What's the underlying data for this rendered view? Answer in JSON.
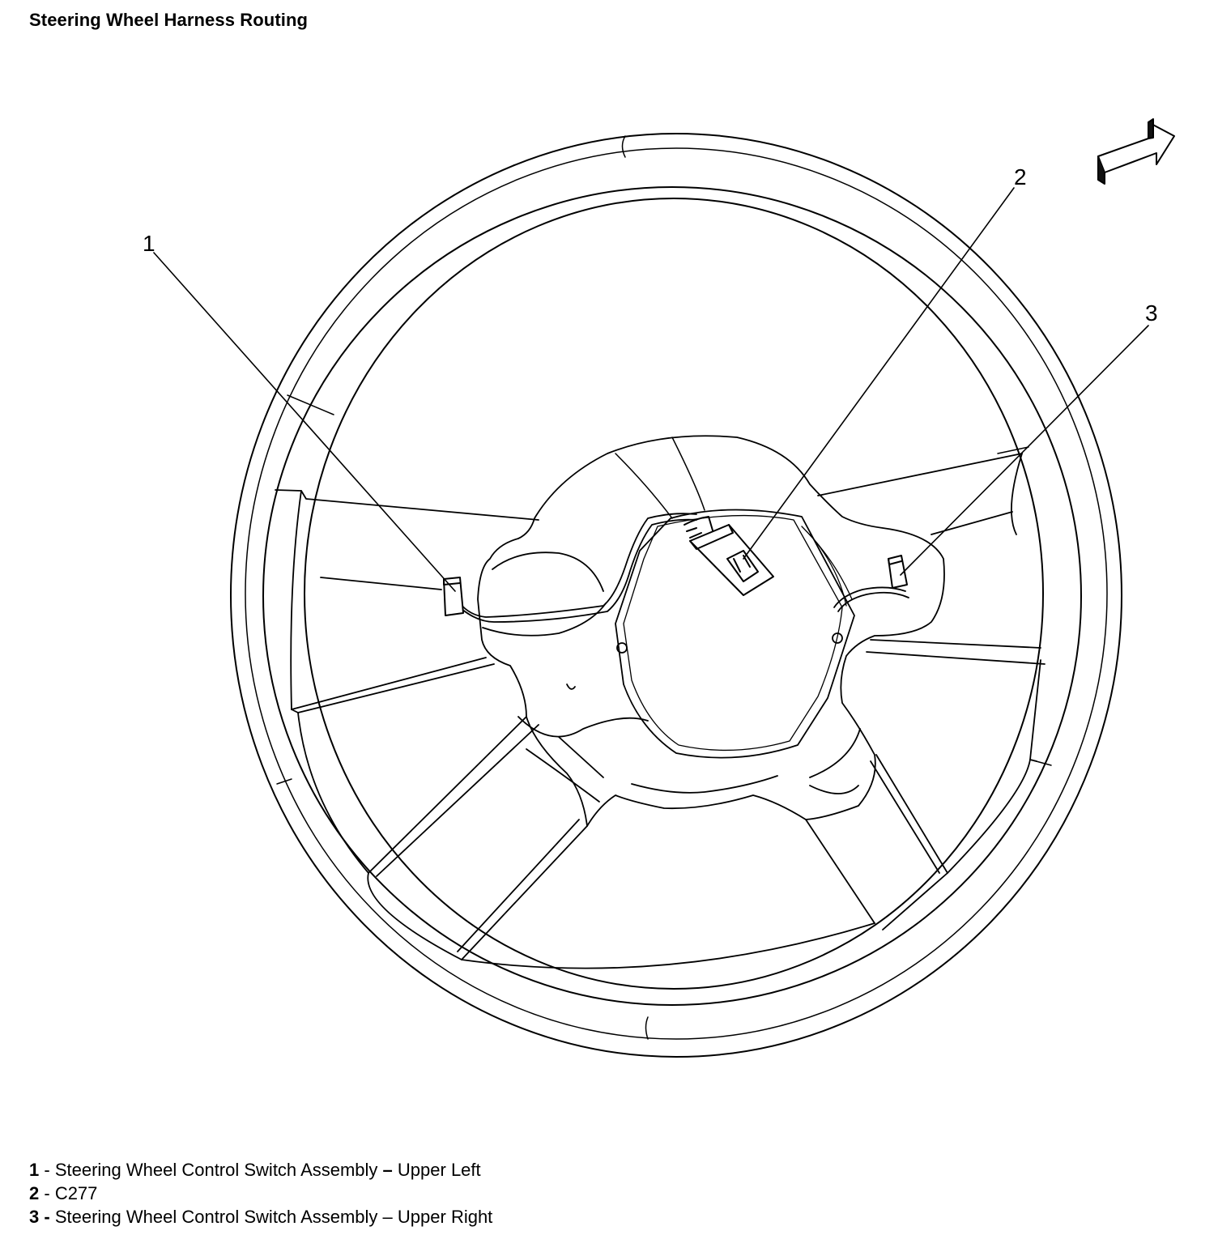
{
  "title": "Steering Wheel Harness Routing",
  "callouts": [
    {
      "num": "1"
    },
    {
      "num": "2"
    },
    {
      "num": "3"
    }
  ],
  "legend": [
    {
      "num": "1",
      "sep": " - ",
      "text": "Steering Wheel Control Switch Assembly",
      "dash": " – ",
      "tail": "Upper Left"
    },
    {
      "num": "2",
      "sep": " - ",
      "text": "C277",
      "dash": "",
      "tail": ""
    },
    {
      "num": "3",
      "sep": " - ",
      "text": "Steering Wheel Control Switch Assembly",
      "dash": " – ",
      "tail": "Upper Right"
    }
  ],
  "icons": {
    "orientation_arrow": "front-direction-arrow-icon"
  }
}
